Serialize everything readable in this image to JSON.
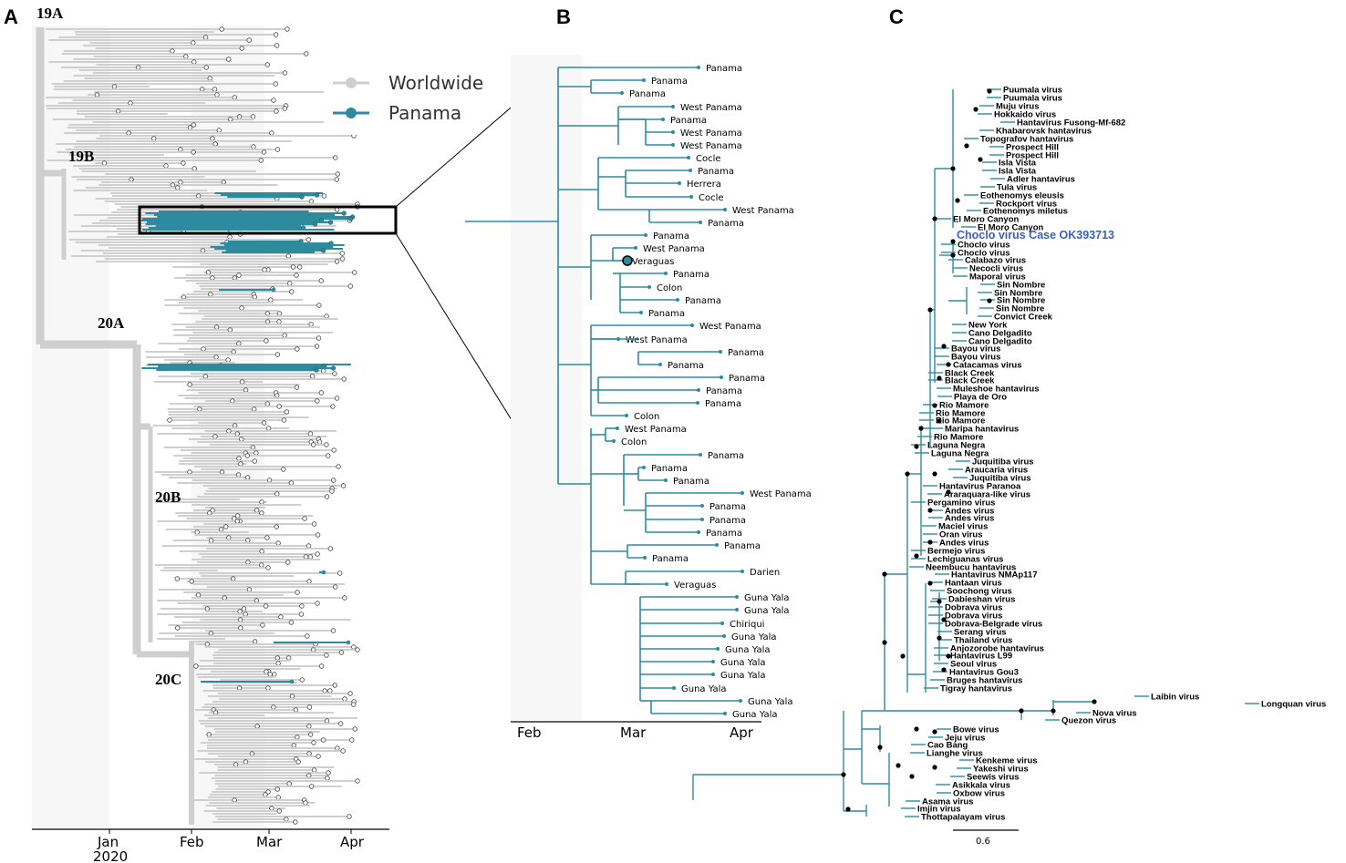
{
  "colors": {
    "worldwide": "#cfcfcf",
    "panama": "#2e8b9e",
    "highlight": "#3a5fc8",
    "node": "#000000"
  },
  "panels": {
    "a": "A",
    "b": "B",
    "c": "C"
  },
  "panel_a": {
    "clades": [
      "19A",
      "19B",
      "20A",
      "20B",
      "20C"
    ],
    "legend": {
      "worldwide": "Worldwide",
      "panama": "Panama"
    },
    "axis": {
      "ticks": [
        "Jan",
        "Feb",
        "Mar",
        "Apr"
      ],
      "year": "2020"
    }
  },
  "panel_b": {
    "axis": {
      "ticks": [
        "Feb",
        "Mar",
        "Apr"
      ]
    },
    "leaves": [
      "Panama",
      "Panama",
      "Panama",
      "West Panama",
      "Panama",
      "West Panama",
      "West Panama",
      "Cocle",
      "Panama",
      "Herrera",
      "Cocle",
      "West Panama",
      "Panama",
      "Panama",
      "West Panama",
      "Veraguas",
      "Panama",
      "Colon",
      "Panama",
      "Panama",
      "West Panama",
      "West Panama",
      "Panama",
      "Panama",
      "Panama",
      "Panama",
      "Panama",
      "Colon",
      "West Panama",
      "Colon",
      "Panama",
      "Panama",
      "Panama",
      "West Panama",
      "Panama",
      "Panama",
      "Panama",
      "Panama",
      "Panama",
      "Darien",
      "Veraguas",
      "Guna Yala",
      "Guna Yala",
      "Chiriqui",
      "Guna Yala",
      "Guna Yala",
      "Guna Yala",
      "Guna Yala",
      "Guna Yala",
      "Guna Yala",
      "Guna Yala"
    ]
  },
  "panel_c": {
    "highlight": "Choclo virus Case OK393713",
    "scale": "0.6",
    "leaves": [
      "Puumala virus",
      "Puumala virus",
      "Muju virus",
      "Hokkaido virus",
      "Hantavirus Fusong-Mf-682",
      "Khabarovsk hantavirus",
      "Topografov hantavirus",
      "Prospect Hill",
      "Prospect Hill",
      "Isla Vista",
      "Isla Vista",
      "Adler hantavirus",
      "Tula virus",
      "Eothenomys eleusis",
      "Rockport virus",
      "Eothenomys miletus",
      "El Moro Canyon",
      "El Moro Canyon",
      "Choclo virus",
      "Choclo virus",
      "Calabazo virus",
      "Necocli virus",
      "Maporal virus",
      "Sin Nombre",
      "Sin Nombre",
      "Sin Nombre",
      "Sin Nombre",
      "Convict Creek",
      "New York",
      "Cano Delgadito",
      "Cano Delgadito",
      "Bayou virus",
      "Bayou virus",
      "Catacamas virus",
      "Black Creek",
      "Black Creek",
      "Muleshoe hantavirus",
      "Playa de Oro",
      "Rio Mamore",
      "Rio Mamore",
      "Rio Mamore",
      "Maripa hantavirus",
      "Rio Mamore",
      "Laguna Negra",
      "Laguna Negra",
      "Juquitiba virus",
      "Araucaria virus",
      "Juquitiba virus",
      "Hantavirus Paranoa",
      "Araraquara-like virus",
      "Pergamino virus",
      "Andes virus",
      "Andes virus",
      "Maciel virus",
      "Oran virus",
      "Andes virus",
      "Bermejo virus",
      "Lechiguanas virus",
      "Neembucu hantavirus",
      "Hantavirus NMAp117",
      "Hantaan virus",
      "Soochong virus",
      "Dabieshan virus",
      "Dobrava virus",
      "Dobrava virus",
      "Dobrava-Belgrade virus",
      "Serang virus",
      "Thailand virus",
      "Anjozorobe hantavirus",
      "Hantavirus L99",
      "Seoul virus",
      "Hantavirus Gou3",
      "Bruges hantavirus",
      "Tigray hantavirus",
      "Laibin virus",
      "Longquan virus",
      "Nova virus",
      "Quezon virus",
      "Bowe virus",
      "Jeju virus",
      "Cao Bang",
      "Lianghe virus",
      "Kenkeme virus",
      "Yakeshi virus",
      "Seewis virus",
      "Asikkala virus",
      "Oxbow virus",
      "Asama virus",
      "Imjin virus",
      "Thottapalayam virus"
    ]
  }
}
